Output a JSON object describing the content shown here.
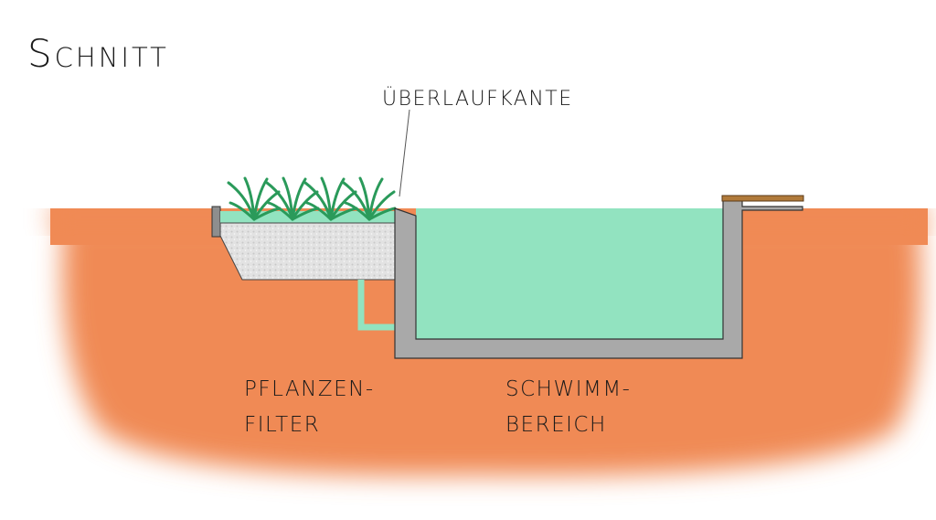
{
  "title": "Schnitt",
  "labels": {
    "overflow_edge": "ÜBERLAUFKANTE",
    "plant_filter_line1": "PFLANZEN-",
    "plant_filter_line2": "FILTER",
    "swim_area_line1": "SCHWIMM-",
    "swim_area_line2": "BEREICH"
  },
  "colors": {
    "soil": "#f08a55",
    "water": "#92e3c0",
    "concrete": "#a9a9a9",
    "gravel": "#e0e0e0",
    "plants": "#2a9a5a",
    "wood_coping": "#b07a3a"
  }
}
